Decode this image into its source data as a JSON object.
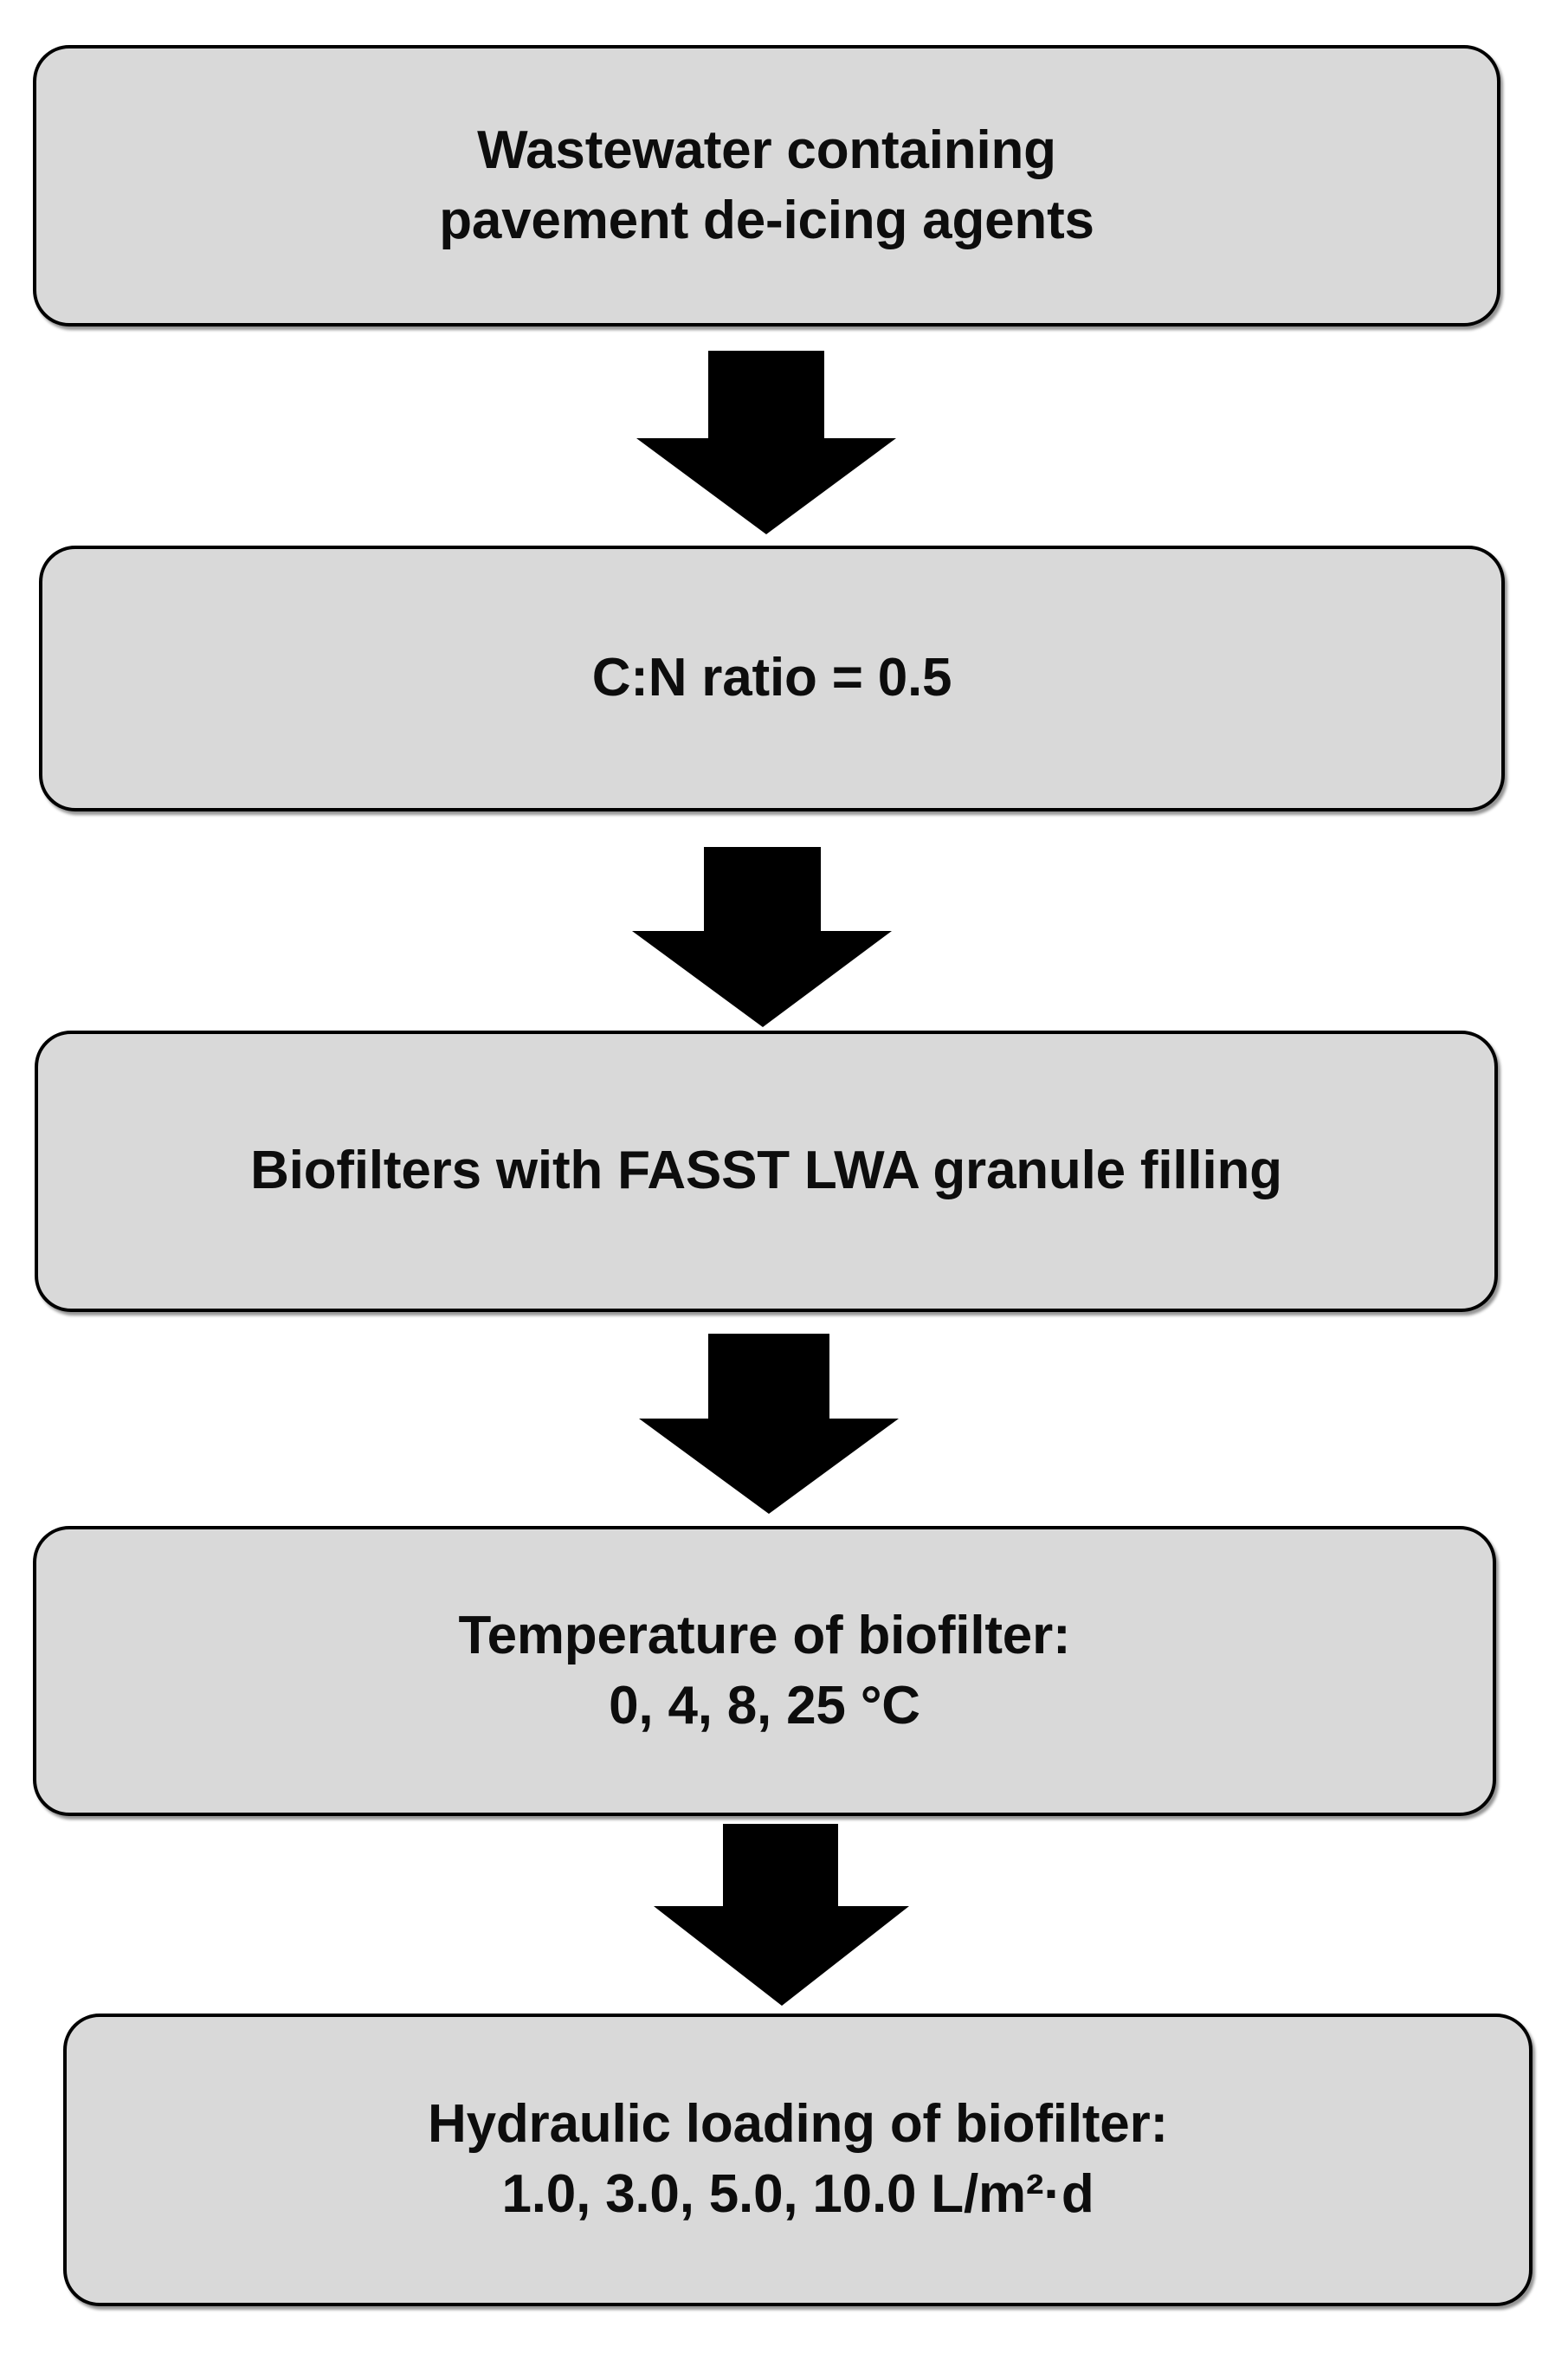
{
  "diagram": {
    "title": "Experimental design flowchart for biofilter treatment of de-icing wastewater",
    "type": "vertical-flowchart",
    "orientation": "top-to-bottom",
    "colors": {
      "box_fill": "#D9D9D9",
      "box_border": "#000000",
      "arrow_fill": "#000000",
      "text": "#0D0D0D",
      "background": "#FFFFFF"
    },
    "nodes": [
      {
        "id": "node-1",
        "label": "Wastewater containing\npavement de-icing agents",
        "lines": [
          "Wastewater containing",
          "pavement de-icing agents"
        ]
      },
      {
        "id": "node-2",
        "label": "C:N ratio = 0.5",
        "lines": [
          "C:N ratio = 0.5"
        ]
      },
      {
        "id": "node-3",
        "label": "Biofilters with FASST LWA granule filling",
        "lines": [
          "Biofilters with FASST LWA granule filling"
        ]
      },
      {
        "id": "node-4",
        "label": "Temperature of biofilter:\n0, 4, 8, 25 °C",
        "lines": [
          "Temperature of biofilter:",
          "0, 4, 8, 25 °C"
        ],
        "values": [
          0,
          4,
          8,
          25
        ],
        "unit": "°C"
      },
      {
        "id": "node-5",
        "label": "Hydraulic loading of biofilter:\n1.0, 3.0, 5.0, 10.0 L/m²·d",
        "lines": [
          "Hydraulic loading of biofilter:",
          "1.0, 3.0, 5.0, 10.0 L/m²·d"
        ],
        "values": [
          1.0,
          3.0,
          5.0,
          10.0
        ],
        "unit": "L/m²·d"
      }
    ],
    "connectors": [
      {
        "id": "arrow-1",
        "icon": "down-block-arrow-icon",
        "from": "node-1",
        "to": "node-2"
      },
      {
        "id": "arrow-2",
        "icon": "down-block-arrow-icon",
        "from": "node-2",
        "to": "node-3"
      },
      {
        "id": "arrow-3",
        "icon": "down-block-arrow-icon",
        "from": "node-3",
        "to": "node-4"
      },
      {
        "id": "arrow-4",
        "icon": "down-block-arrow-icon",
        "from": "node-4",
        "to": "node-5"
      }
    ]
  }
}
